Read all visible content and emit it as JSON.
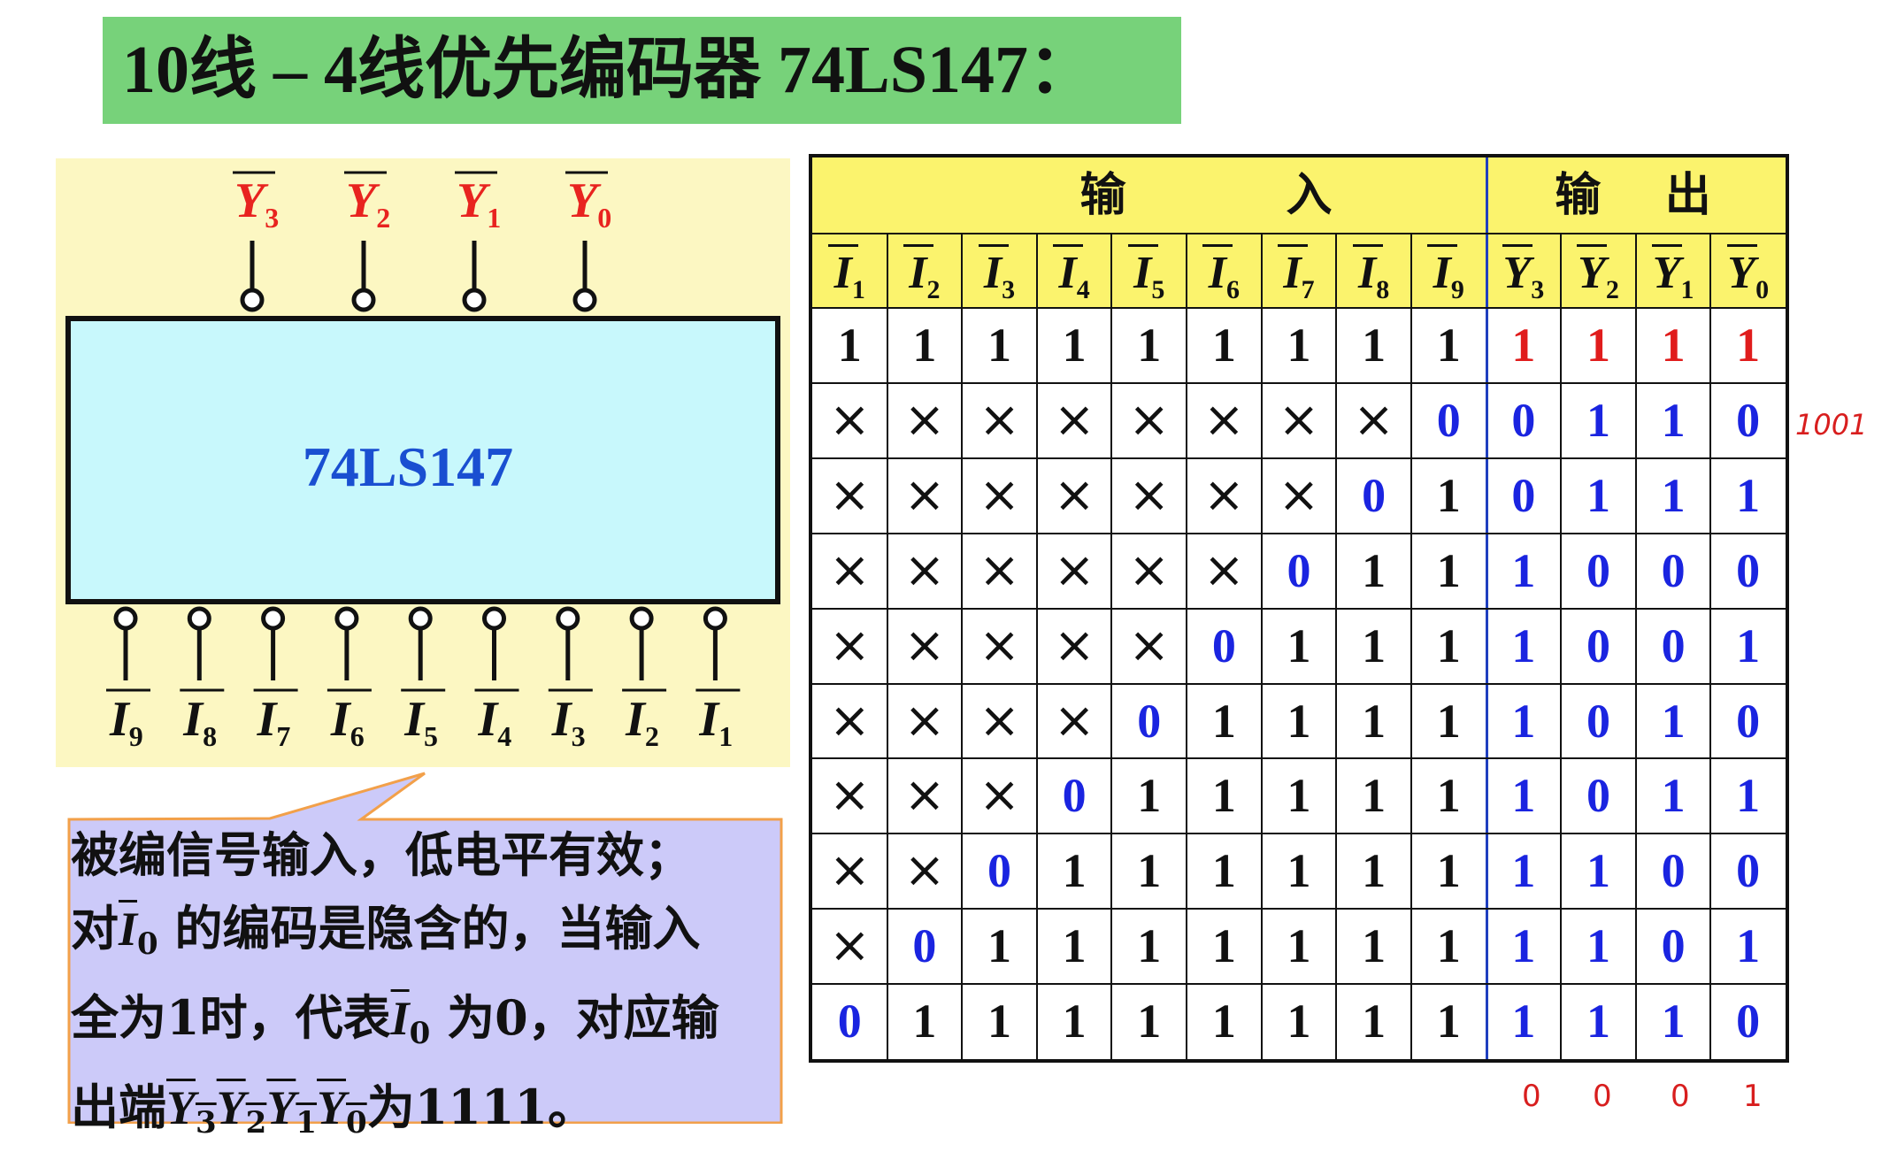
{
  "title": "10线 – 4线优先编码器 74LS147：",
  "watermark": "",
  "chip": {
    "name": "74LS147",
    "outputs": [
      {
        "letter": "Y",
        "sub": "3"
      },
      {
        "letter": "Y",
        "sub": "2"
      },
      {
        "letter": "Y",
        "sub": "1"
      },
      {
        "letter": "Y",
        "sub": "0"
      }
    ],
    "inputs": [
      {
        "letter": "I",
        "sub": "9"
      },
      {
        "letter": "I",
        "sub": "8"
      },
      {
        "letter": "I",
        "sub": "7"
      },
      {
        "letter": "I",
        "sub": "6"
      },
      {
        "letter": "I",
        "sub": "5"
      },
      {
        "letter": "I",
        "sub": "4"
      },
      {
        "letter": "I",
        "sub": "3"
      },
      {
        "letter": "I",
        "sub": "2"
      },
      {
        "letter": "I",
        "sub": "1"
      }
    ]
  },
  "callout": {
    "line1": "被编信号输入，低电平有效；",
    "line2_pre": "对",
    "line2_var": "I",
    "line2_sub": "0",
    "line2_post": "的编码是隐含的，当输入",
    "line3_pre": "全为1时，代表",
    "line3_var": "I",
    "line3_sub": "0",
    "line3_post": "为0，对应输",
    "line4_pre": "出端",
    "line4_vars": [
      {
        "letter": "Y",
        "sub": "3"
      },
      {
        "letter": "Y",
        "sub": "2"
      },
      {
        "letter": "Y",
        "sub": "1"
      },
      {
        "letter": "Y",
        "sub": "0"
      }
    ],
    "line4_post": "为1111。"
  },
  "table": {
    "input_group": "输          入",
    "output_group": "输    出",
    "headers": [
      {
        "letter": "I",
        "sub": "1"
      },
      {
        "letter": "I",
        "sub": "2"
      },
      {
        "letter": "I",
        "sub": "3"
      },
      {
        "letter": "I",
        "sub": "4"
      },
      {
        "letter": "I",
        "sub": "5"
      },
      {
        "letter": "I",
        "sub": "6"
      },
      {
        "letter": "I",
        "sub": "7"
      },
      {
        "letter": "I",
        "sub": "8"
      },
      {
        "letter": "I",
        "sub": "9"
      },
      {
        "letter": "Y",
        "sub": "3"
      },
      {
        "letter": "Y",
        "sub": "2"
      },
      {
        "letter": "Y",
        "sub": "1"
      },
      {
        "letter": "Y",
        "sub": "0"
      }
    ],
    "rows": [
      [
        "1",
        "1",
        "1",
        "1",
        "1",
        "1",
        "1",
        "1",
        "1",
        "1",
        "1",
        "1",
        "1"
      ],
      [
        "×",
        "×",
        "×",
        "×",
        "×",
        "×",
        "×",
        "×",
        "0",
        "0",
        "1",
        "1",
        "0"
      ],
      [
        "×",
        "×",
        "×",
        "×",
        "×",
        "×",
        "×",
        "0",
        "1",
        "0",
        "1",
        "1",
        "1"
      ],
      [
        "×",
        "×",
        "×",
        "×",
        "×",
        "×",
        "0",
        "1",
        "1",
        "1",
        "0",
        "0",
        "0"
      ],
      [
        "×",
        "×",
        "×",
        "×",
        "×",
        "0",
        "1",
        "1",
        "1",
        "1",
        "0",
        "0",
        "1"
      ],
      [
        "×",
        "×",
        "×",
        "×",
        "0",
        "1",
        "1",
        "1",
        "1",
        "1",
        "0",
        "1",
        "0"
      ],
      [
        "×",
        "×",
        "×",
        "0",
        "1",
        "1",
        "1",
        "1",
        "1",
        "1",
        "0",
        "1",
        "1"
      ],
      [
        "×",
        "×",
        "0",
        "1",
        "1",
        "1",
        "1",
        "1",
        "1",
        "1",
        "1",
        "0",
        "0"
      ],
      [
        "×",
        "0",
        "1",
        "1",
        "1",
        "1",
        "1",
        "1",
        "1",
        "1",
        "1",
        "0",
        "1"
      ],
      [
        "0",
        "1",
        "1",
        "1",
        "1",
        "1",
        "1",
        "1",
        "1",
        "1",
        "1",
        "1",
        "0"
      ]
    ],
    "highlight_inputs": [
      [
        1,
        8
      ],
      [
        2,
        7
      ],
      [
        3,
        6
      ],
      [
        4,
        5
      ],
      [
        5,
        4
      ],
      [
        6,
        3
      ],
      [
        7,
        2
      ],
      [
        8,
        1
      ],
      [
        9,
        0
      ]
    ]
  },
  "annotations": {
    "right_note": "1001",
    "bottom_notes": [
      "0",
      "0",
      "0",
      "1"
    ]
  },
  "colors": {
    "title_bg": "#77d27a",
    "panel_bg": "#fcf7c2",
    "chip_fill": "#c8f8fc",
    "chip_label": "#1a4fd1",
    "pin_label": "#e8231f",
    "header_bg": "#fbf36d",
    "callout_bg": "#cccaf9",
    "callout_border": "#f2a04a",
    "blue": "#1a24e0",
    "red": "#e01c1c",
    "black": "#111111",
    "divider": "#1f3fbf"
  }
}
